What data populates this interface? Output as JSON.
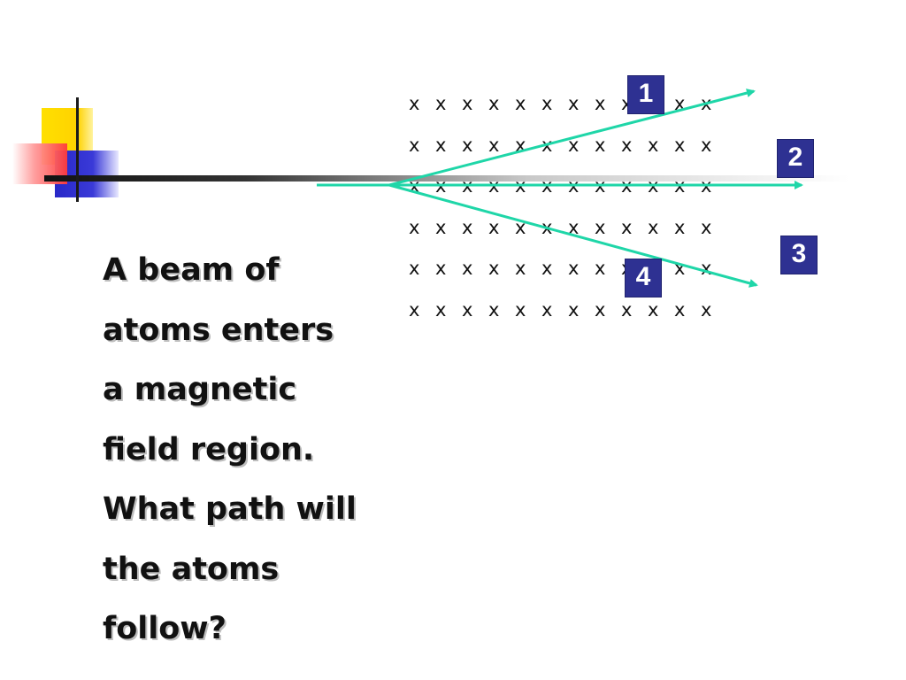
{
  "slide": {
    "question_lines": [
      "A beam of",
      "atoms enters",
      "a magnetic",
      "field region.",
      "What path will",
      "the atoms",
      "follow?"
    ]
  },
  "field_region": {
    "symbol": "x",
    "rows": 6,
    "columns": 12
  },
  "paths": [
    {
      "label": "1"
    },
    {
      "label": "2"
    },
    {
      "label": "3"
    },
    {
      "label": "4"
    }
  ],
  "colors": {
    "beam": "#1fd6a8",
    "label_box": "#2e3192",
    "label_text": "#ffffff",
    "deco_yellow": "#ffd200",
    "deco_blue": "#2828c8",
    "deco_red": "#ff3a3a"
  }
}
